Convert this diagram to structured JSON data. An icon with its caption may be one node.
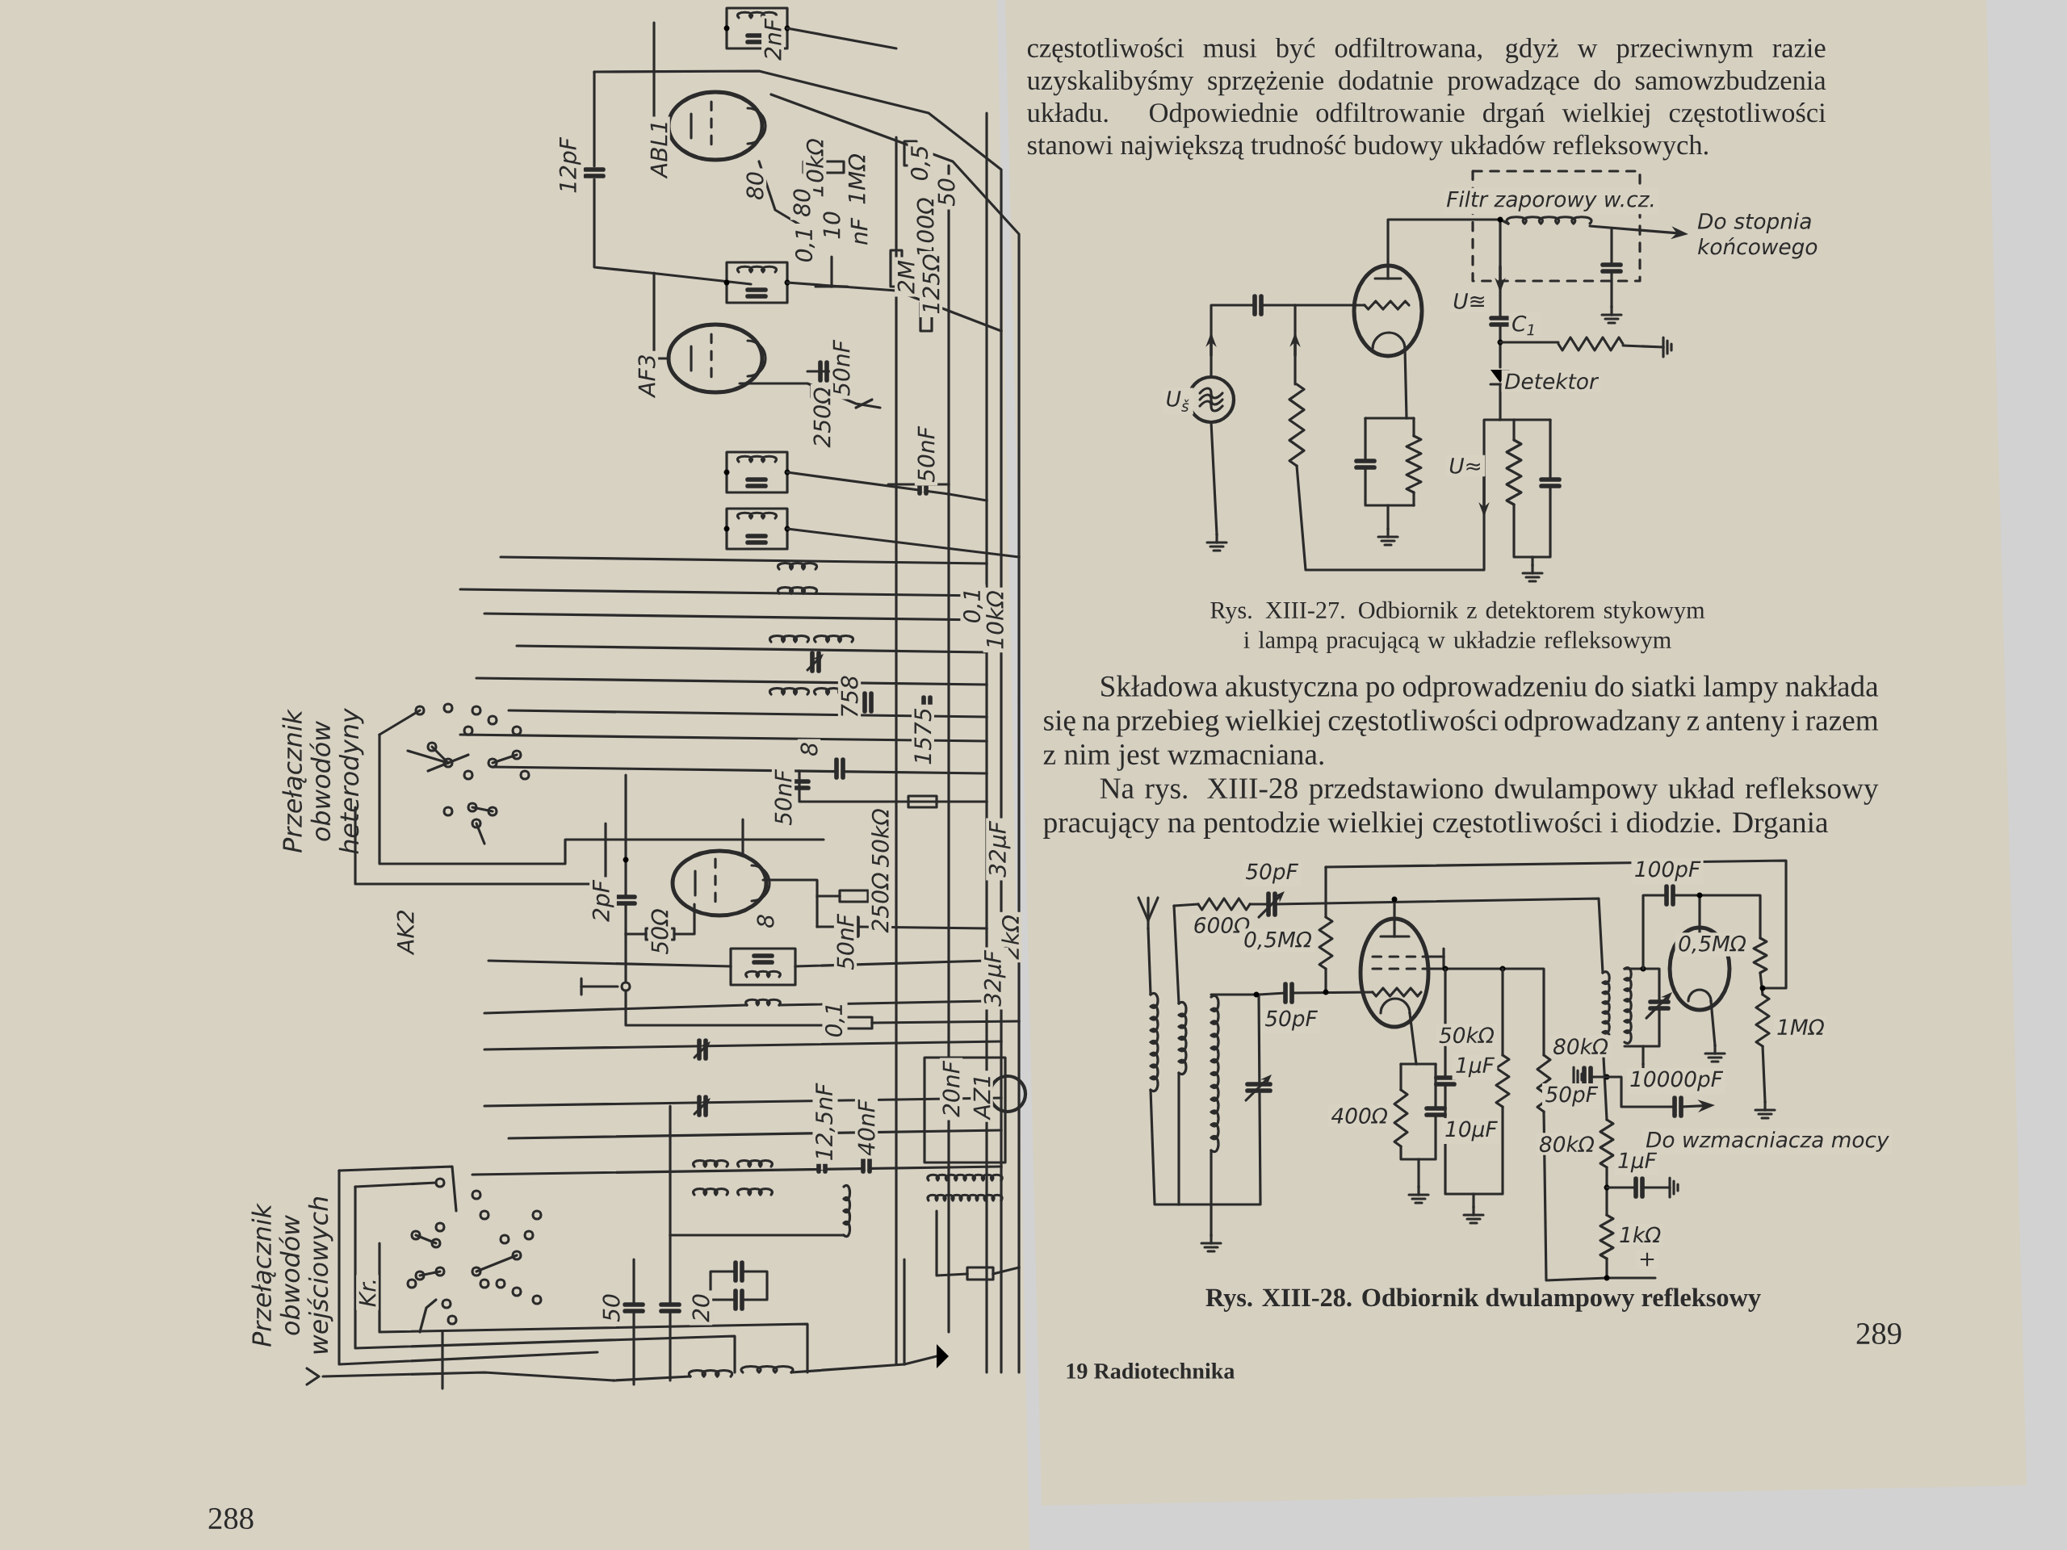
{
  "diagram": {
    "labels": [
      "2nF",
      "12pF",
      "ABL1",
      "80",
      "10kΩ",
      "1MΩ",
      "80",
      "0,1",
      "10",
      "nF",
      "0,5",
      "50",
      "100Ω",
      "2M",
      "125Ω",
      "AF3",
      "50nF",
      "250Ω",
      "50nF",
      "0,1",
      "10kΩ",
      "758",
      "Przełącznik obwodów heterodyny",
      "8",
      "1575",
      "50nF",
      "50kΩ",
      "250Ω",
      "32μF",
      "AK2",
      "2pF",
      "50Ω",
      "8",
      "50nF",
      "2kΩ",
      "32μF",
      "0,1",
      "20nF",
      "AZ1",
      "12,5nF",
      "40nF",
      "Przełącznik obwodów wejściowych",
      "Kr.",
      "50",
      "20",
      "288",
      "częstotliwości musi być odfiltrowana, gdyż w przeciwnym razie uzyskalibyśmy sprzężenie dodatnie prowadzące do samowzbudzenia układu. Odpowiednie odfiltrowanie drgań wielkiej częstotliwości stanowi największą trudność budowy układów refleksowych.",
      "Filtr zaporowy w.cz.",
      "Do stopnia końcowego",
      "U≊",
      "C$_{1}$",
      "U$_{š}$",
      "Detektor",
      "U≈",
      "Rys. XIII-27. Odbiornik z detektorem stykowym i lampą pracującą w układzie refleksowym",
      "Składowa akustyczna po odprowadzeniu do siatki lampy nakłada się na przebieg wielkiej częstotliwości odprowadzany z anteny i razem z nim jest wzmacniana.",
      "Na rys. XIII-28 przedstawiono dwulampowy układ refleksowy pracujący na pentodzie wielkiej częstotliwości i diodzie. Drgania",
      "50pF",
      "100pF",
      "600Ω",
      "0,5MΩ",
      "0,5MΩ",
      "50pF",
      "1MΩ",
      "50kΩ",
      "80kΩ",
      "1μF",
      "10000pF",
      "50pF",
      "400Ω",
      "10μF",
      "80kΩ",
      "Do wzmacniacza mocy",
      "1μF",
      "1kΩ",
      "+",
      "Rys. XIII-28. Odbiornik dwulampowy refleksowy",
      "289",
      "19 Radiotechnika"
    ]
  }
}
